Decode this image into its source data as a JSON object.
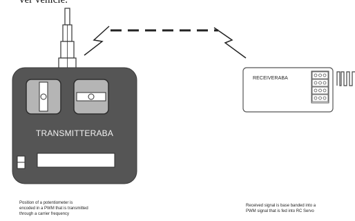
{
  "header": {
    "fragment": "ver vehicle."
  },
  "transmitter": {
    "label": "TRANSMITTERABA"
  },
  "receiver": {
    "label": "RECEIVERABA"
  },
  "captions": {
    "transmitter": [
      "Position of a potentiometer is",
      "encoded in a PWM that is transmitted",
      "through a carrier frequency"
    ],
    "receiver": [
      "Received signal is base banded into a",
      "PWM signal that is fed into RC Servo"
    ]
  },
  "colors": {
    "transmitter_body": "#555555",
    "stick_panel": "#b5b5b5",
    "link_line": "#222222"
  },
  "icons": [
    "antenna-icon",
    "lightning-bolt-icon",
    "pwm-waveform-icon"
  ]
}
